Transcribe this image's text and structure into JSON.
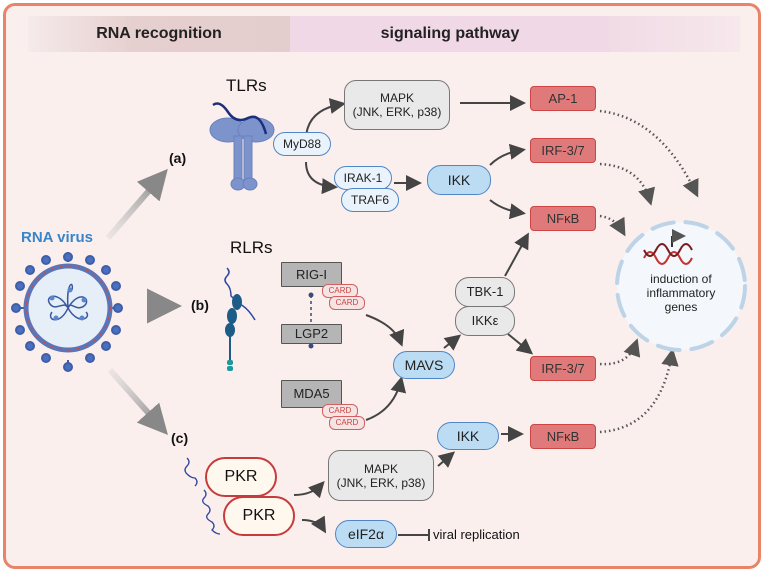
{
  "headers": {
    "left": "RNA recognition",
    "right": "signaling pathway"
  },
  "virus": {
    "label": "RNA virus",
    "label_color": "#3a85c8"
  },
  "branches": {
    "a": "(a)",
    "b": "(b)",
    "c": "(c)"
  },
  "receptors": {
    "tlr": "TLRs",
    "rlr": "RLRs"
  },
  "tlr_pathway": {
    "adaptor": "MyD88",
    "mapk": "MAPK",
    "mapk_sub": "(JNK, ERK, p38)",
    "irak": "IRAK-1",
    "traf": "TRAF6",
    "ikk": "IKK",
    "ap1": "AP-1",
    "irf": "IRF-3/7",
    "nfkb": "NFκB"
  },
  "rlr_pathway": {
    "rig": "RIG-I",
    "lgp": "LGP2",
    "mda": "MDA5",
    "card": "CARD",
    "mavs": "MAVS",
    "tbk": "TBK-1",
    "ikke": "IKKε",
    "irf": "IRF-3/7"
  },
  "pkr_pathway": {
    "pkr1": "PKR",
    "pkr2": "PKR",
    "mapk": "MAPK",
    "mapk_sub": "(JNK, ERK, p38)",
    "ikk": "IKK",
    "nfkb": "NFκB",
    "eif": "eIF2α",
    "inhibit": "viral replication"
  },
  "nucleus": {
    "line1": "induction of",
    "line2": "inflammatory",
    "line3": "genes"
  },
  "colors": {
    "frame": "#e98468",
    "transcription_factor": "#e07a7a",
    "kinase_blue": "#bcdcf3",
    "pkr_border": "#c63c3c"
  }
}
